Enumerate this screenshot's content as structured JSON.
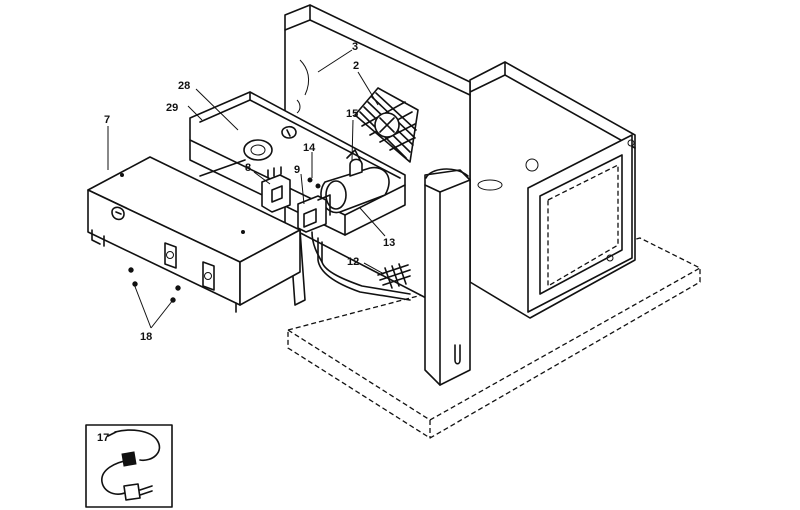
{
  "callouts": {
    "c2": "2",
    "c3": "3",
    "c7": "7",
    "c8": "8",
    "c9": "9",
    "c12": "12",
    "c13": "13",
    "c14": "14",
    "c15": "15",
    "c17": "17",
    "c18": "18",
    "c28": "28",
    "c29": "29"
  }
}
